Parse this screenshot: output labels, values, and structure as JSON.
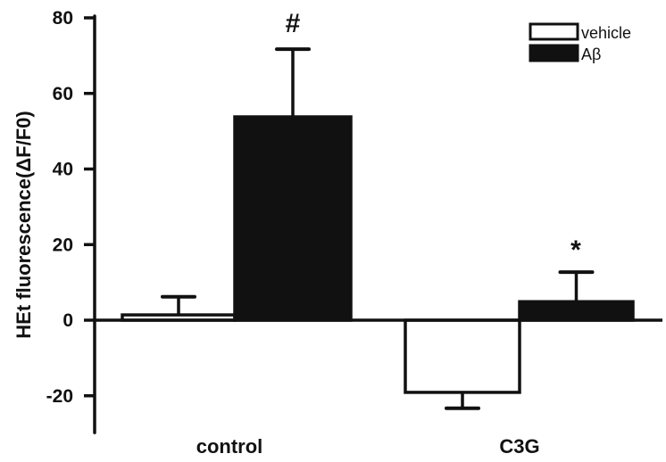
{
  "chart_data": {
    "type": "bar",
    "title": "",
    "xlabel": "",
    "ylabel": "HEt fluorescence(ΔF/F0)",
    "ylim": [
      -30,
      80
    ],
    "yticks": [
      80,
      60,
      40,
      20,
      0,
      -20
    ],
    "ytick_labels": [
      "80",
      "60",
      "40",
      "20",
      "0",
      "-20"
    ],
    "categories": [
      "control",
      "C3G"
    ],
    "series": [
      {
        "name": "vehicle",
        "fill": "#ffffff",
        "values": [
          1.4,
          -19.1
        ],
        "error": [
          4.8,
          4.2
        ]
      },
      {
        "name": "Aβ",
        "fill": "#111111",
        "values": [
          53.8,
          4.9
        ],
        "error": [
          17.9,
          7.8
        ]
      }
    ],
    "annotations": [
      {
        "text": "#",
        "category": "control",
        "series": "Aβ"
      },
      {
        "text": "*",
        "category": "C3G",
        "series": "Aβ"
      }
    ],
    "legend": {
      "position": "top-right",
      "entries": [
        "vehicle",
        "Aβ"
      ]
    },
    "grid": false
  },
  "colors": {
    "ink": "#111111",
    "background": "#ffffff"
  }
}
